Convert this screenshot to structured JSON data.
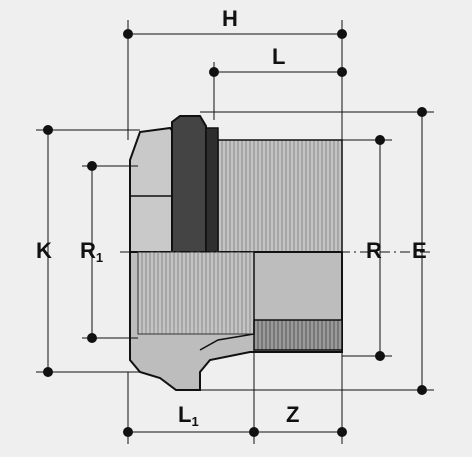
{
  "labels": {
    "H": "H",
    "L": "L",
    "K": "K",
    "R1": {
      "letter": "R",
      "sub": "1"
    },
    "R": "R",
    "E": "E",
    "L1": {
      "letter": "L",
      "sub": "1"
    },
    "Z": "Z"
  },
  "colors": {
    "background": "#efefef",
    "line": "#111111",
    "body_fill": "#bdbdbd",
    "hex_fill": "#c9c9c9",
    "gasket_fill": "#3c3c3c",
    "thread_line": "#8a8a8a"
  }
}
